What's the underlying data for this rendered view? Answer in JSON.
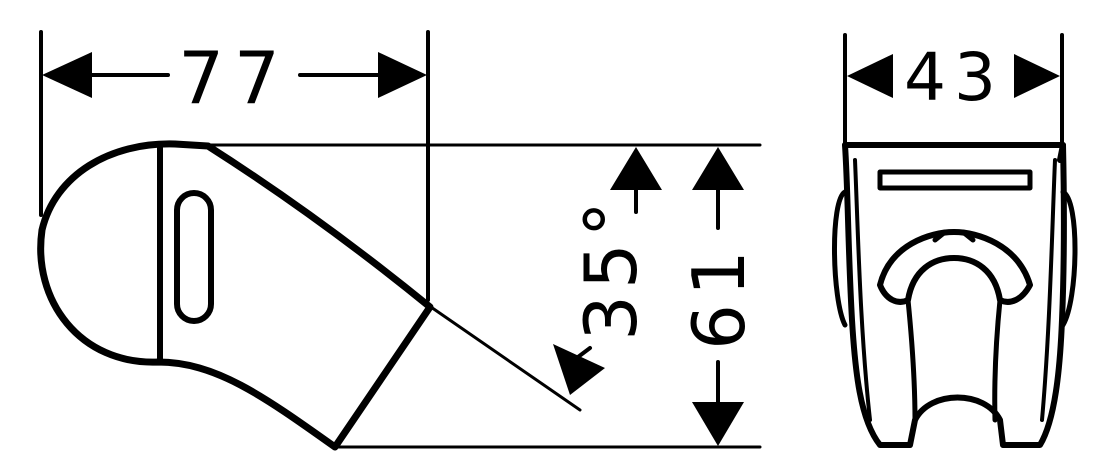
{
  "dimensions": {
    "width_top": "77",
    "angle": "35°",
    "height": "61",
    "width_front": "43"
  },
  "colors": {
    "line": "#000000",
    "background": "#ffffff"
  }
}
